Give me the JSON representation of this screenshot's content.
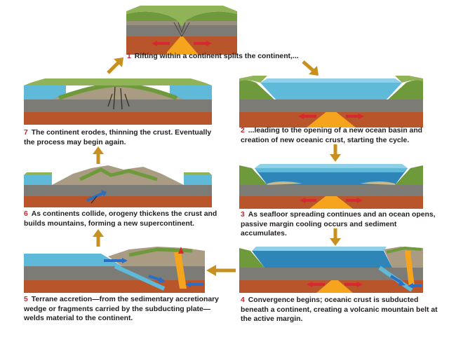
{
  "colors": {
    "accent_number": "#c2262e",
    "arrow": "#c8911f",
    "ocean": "#5fb9d9",
    "ocean_deep": "#2e86b8",
    "mantle_hot": "#f5a51d",
    "mantle": "#b9552b",
    "crust_rock": "#7d7b76",
    "land": "#6f9a3c",
    "plate_arrow_red": "#d7282f",
    "plate_arrow_blue": "#2a6fc4"
  },
  "steps": [
    {
      "number": "1",
      "text": "Rifting within a continent splits the continent,..."
    },
    {
      "number": "2",
      "text": "...leading to the opening of a new ocean basin and creation of new oceanic crust, starting the cycle."
    },
    {
      "number": "3",
      "text": "As seafloor spreading continues and an ocean opens, passive margin cooling occurs and sediment accumulates."
    },
    {
      "number": "4",
      "text": "Convergence begins; oceanic crust is subducted beneath a continent, creating a volcanic mountain belt at the active margin."
    },
    {
      "number": "5",
      "text": "Terrane accretion—from the sedimentary accretionary wedge or fragments carried by the subducting plate—welds material to the continent."
    },
    {
      "number": "6",
      "text": "As continents collide, orogeny thickens the crust and builds mountains, forming a new supercontinent."
    },
    {
      "number": "7",
      "text": "The continent erodes, thinning the crust. Eventually the process may begin again."
    }
  ]
}
